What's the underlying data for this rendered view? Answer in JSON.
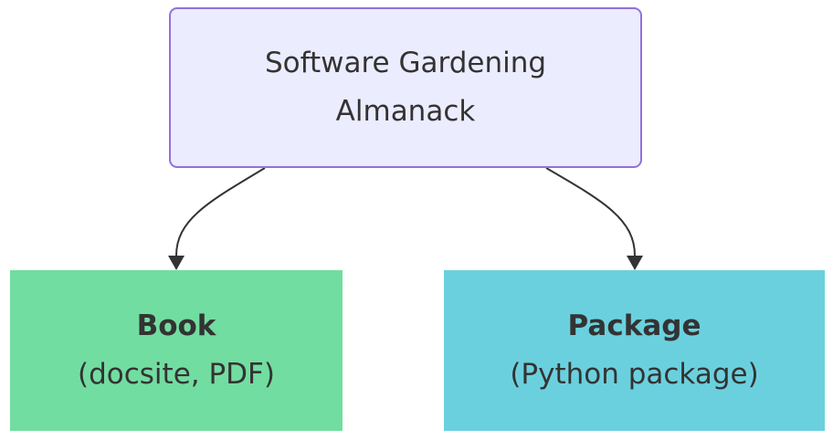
{
  "diagram": {
    "type": "flowchart",
    "direction": "top-down",
    "nodes": [
      {
        "id": "root",
        "lines": [
          "Software Gardening",
          "Almanack"
        ],
        "fill": "#ececff",
        "stroke": "#9370db"
      },
      {
        "id": "book",
        "title": "Book",
        "subtitle": "(docsite, PDF)",
        "fill": "#72dda0"
      },
      {
        "id": "package",
        "title": "Package",
        "subtitle": "(Python package)",
        "fill": "#6bd0de"
      }
    ],
    "edges": [
      {
        "from": "root",
        "to": "book"
      },
      {
        "from": "root",
        "to": "package"
      }
    ],
    "edge_color": "#333333"
  }
}
